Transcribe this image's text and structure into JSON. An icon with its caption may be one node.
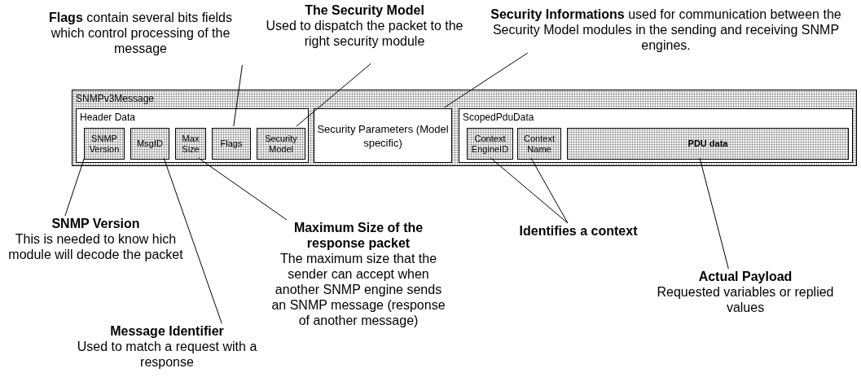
{
  "diagram": {
    "nodes": [
      {
        "text": [
          "SNMPv3Message"
        ]
      },
      {
        "text": [
          "Header Data"
        ],
        "in": 0
      },
      {
        "text": [
          "SNMP Version"
        ],
        "in": 1
      },
      {
        "text": [
          "MsgID"
        ],
        "in": 1
      },
      {
        "text": [
          "Max Size"
        ],
        "in": 1
      },
      {
        "text": [
          "Flags"
        ],
        "in": 1
      },
      {
        "text": [
          "Security Model"
        ],
        "in": 1
      },
      {
        "text": [
          "Security Parameters (Model specific)"
        ],
        "in": 0
      },
      {
        "text": [
          "ScopedPduData"
        ],
        "in": 0
      },
      {
        "text": [
          "Context EngineID"
        ],
        "in": 8
      },
      {
        "text": [
          "Context Name"
        ],
        "in": 8
      },
      {
        "text": [
          "PDU data"
        ],
        "in": 8
      },
      {
        "text": [
          "**Flags** contain several bits fields which control processing of the message"
        ]
      },
      {
        "text": [
          "The Security Model",
          "Used to dispatch the packet to the right security module"
        ]
      },
      {
        "text": [
          "**Security Informations** used for communication between the Security Model modules in the sending and receiving SNMP engines."
        ]
      },
      {
        "text": [
          "SNMP Version",
          "This is needed to know hich module will decode the packet"
        ]
      },
      {
        "text": [
          "Maximum Size of the response packet",
          "The maximum size that the sender can accept when another SNMP engine sends an SNMP message (response of another message)"
        ]
      },
      {
        "text": [
          "Identifies a context"
        ]
      },
      {
        "text": [
          "Message Identifier",
          "Used to match a request with a response"
        ]
      },
      {
        "text": [
          "Actual Payload",
          "Requested variables or replied values"
        ]
      }
    ],
    "edges": [
      {
        "from": 12,
        "to": 5,
        "arrow": "none"
      },
      {
        "from": 13,
        "to": 6,
        "arrow": "none"
      },
      {
        "from": 14,
        "to": 7,
        "arrow": "none"
      },
      {
        "from": 15,
        "to": 2,
        "arrow": "none"
      },
      {
        "from": 16,
        "to": 4,
        "arrow": "none"
      },
      {
        "from": 17,
        "to": 9,
        "arrow": "none"
      },
      {
        "from": 17,
        "to": 10,
        "arrow": "none"
      },
      {
        "from": 18,
        "to": 3,
        "arrow": "none"
      },
      {
        "from": 19,
        "to": 11,
        "arrow": "none"
      }
    ]
  }
}
